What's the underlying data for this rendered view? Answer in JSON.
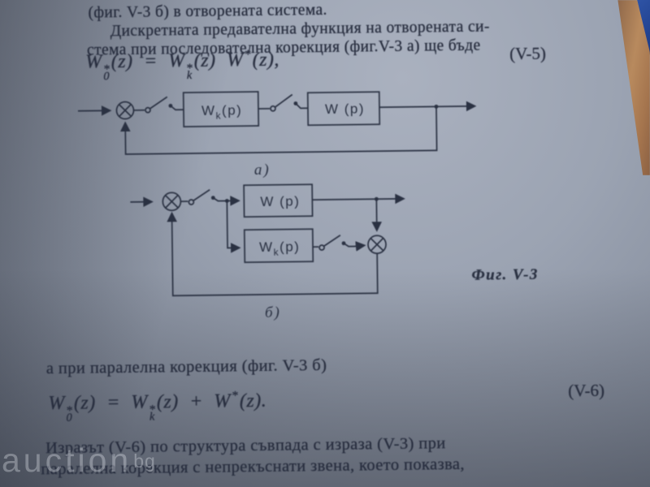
{
  "text": {
    "line1": "(фиг. V-3 б) в отворената система.",
    "line2": "Дискретната предавателна функция на отворената си-",
    "line3": "стема при последователна корекция (фиг.V-3 а) ще бъде",
    "mid_line": "а при паралелна корекция (фиг. V-3 б)",
    "bottom_line1": "Изразът (V-6) по структура съвпада с израза (V-3) при",
    "bottom_line2": "паралелна корекция с непрекъснати звена, което показва,"
  },
  "formula_v5": {
    "t1_base": "W",
    "t1_sup": "*",
    "t1_sub": "0",
    "t1_arg": "(z)",
    "equals": "=",
    "t2_base": "W",
    "t2_sup": "*",
    "t2_sub": "k",
    "t2_arg": "(z)",
    "t3_base": "W",
    "t3_sup": "*",
    "t3_arg": "(z),",
    "tag": "(V-5)"
  },
  "formula_v6": {
    "t1_base": "W",
    "t1_sup": "*",
    "t1_sub": "0",
    "t1_arg": "(z)",
    "equals": "=",
    "t2_base": "W",
    "t2_sup": "*",
    "t2_sub": "k",
    "t2_arg": "(z)",
    "plus": "+",
    "t3_base": "W",
    "t3_sup": "*",
    "t3_arg": "(z).",
    "tag": "(V-6)"
  },
  "diagram_a": {
    "block1_base": "W",
    "block1_sub": "k",
    "block1_arg": "(p)",
    "block2_label": "W (p)",
    "caption": "а)"
  },
  "diagram_b": {
    "block_top_label": "W (p)",
    "block_bottom_base": "W",
    "block_bottom_sub": "k",
    "block_bottom_arg": "(p)",
    "caption": "б)",
    "figure_label": "Фиг.  V-3"
  },
  "watermark": {
    "main": "auction",
    "suffix": "bg"
  }
}
